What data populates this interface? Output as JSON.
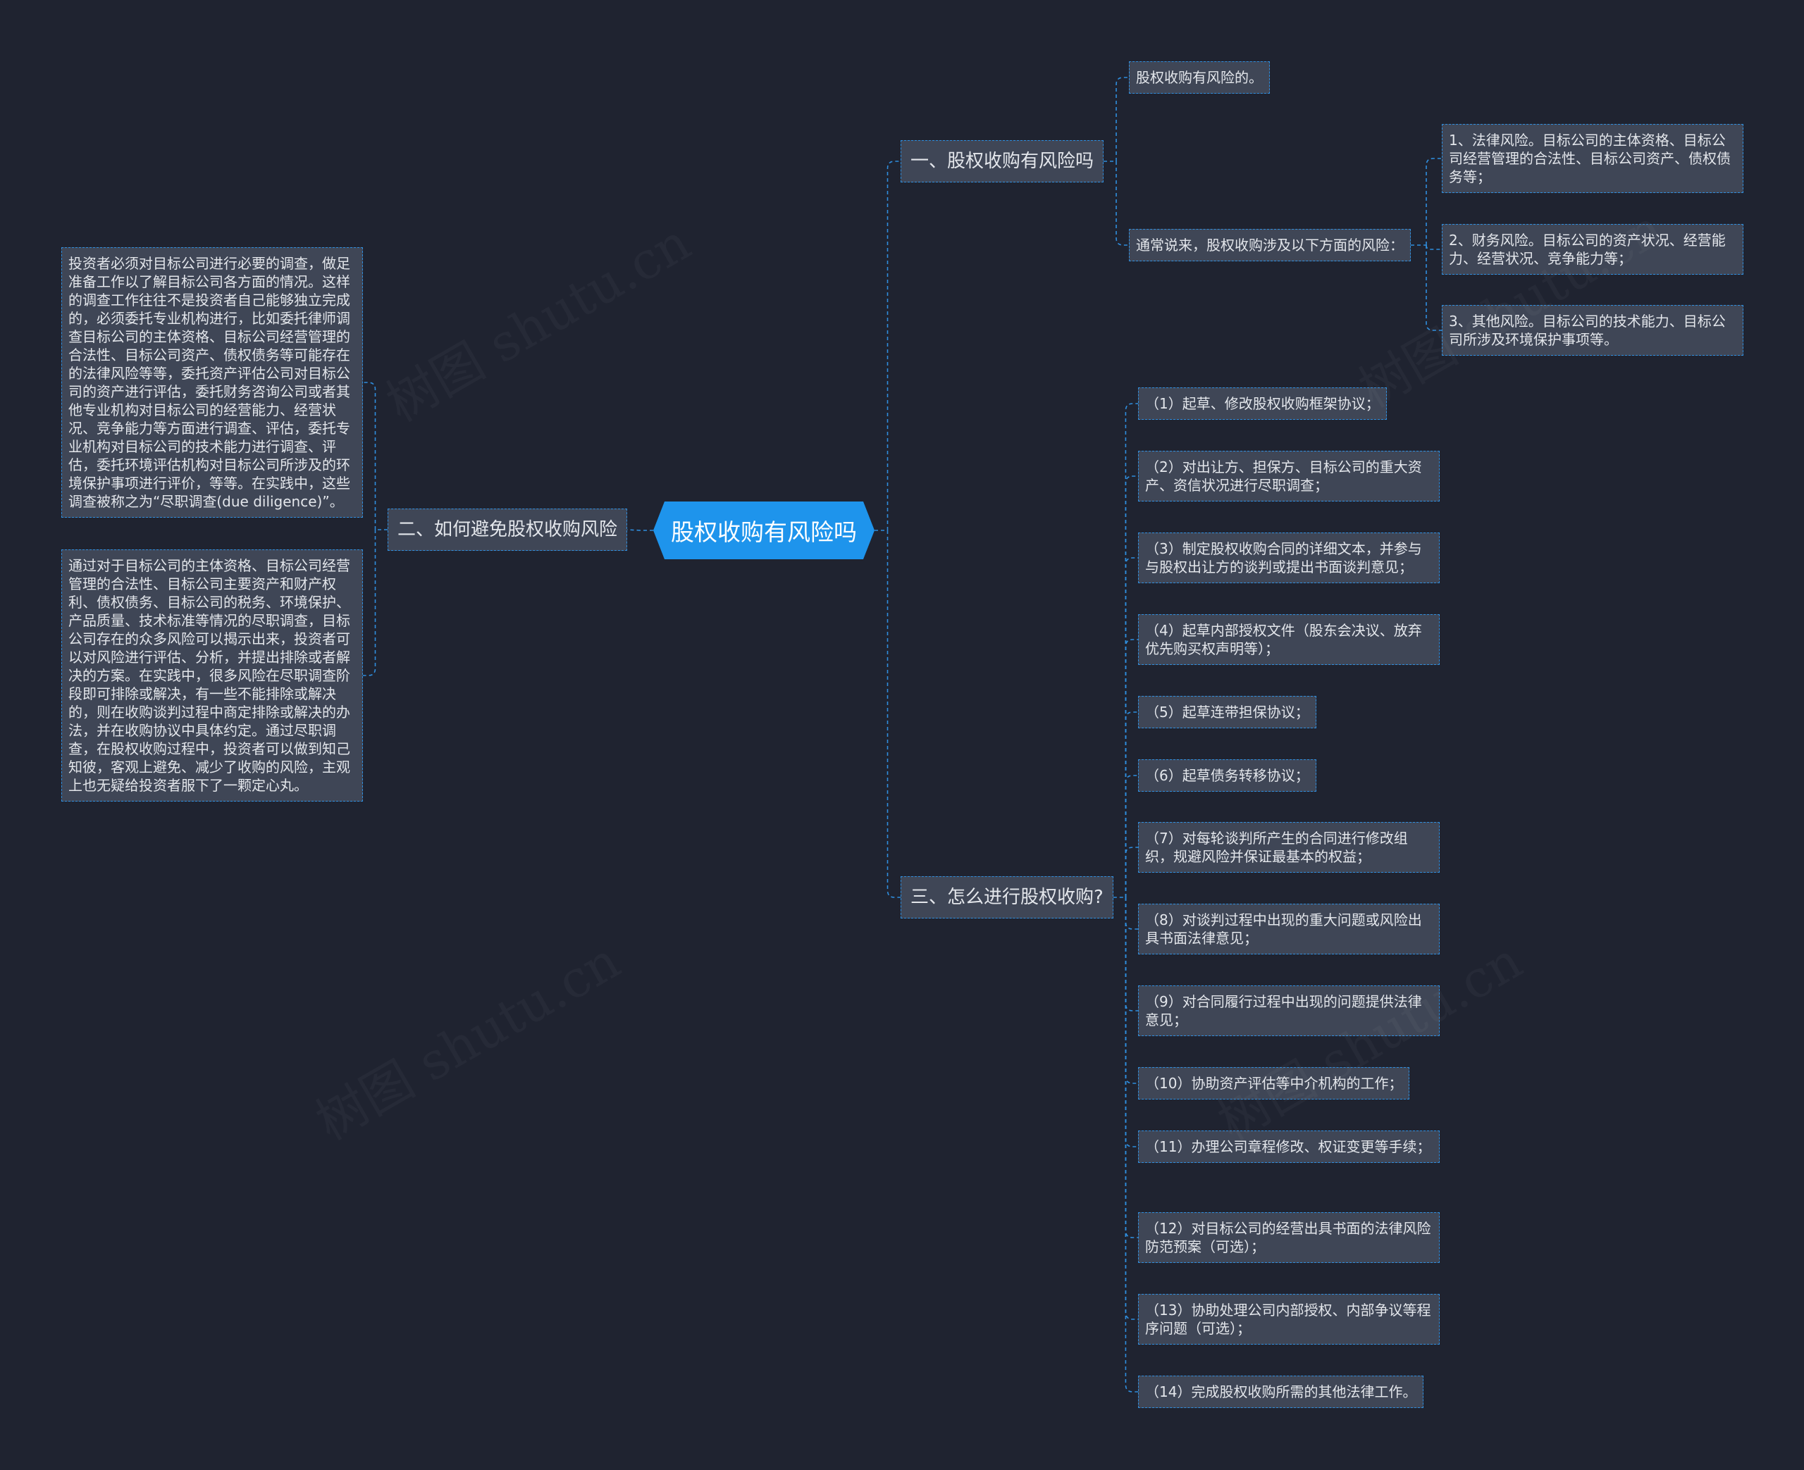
{
  "root": {
    "label": "股权收购有风险吗"
  },
  "branches": {
    "risk": {
      "label": "一、股权收购有风险吗",
      "answer": "股权收购有风险的。",
      "intro": "通常说来，股权收购涉及以下方面的风险：",
      "items": [
        "1、法律风险。目标公司的主体资格、目标公司经营管理的合法性、目标公司资产、债权债务等；",
        "2、财务风险。目标公司的资产状况、经营能力、经营状况、竞争能力等；",
        "3、其他风险。目标公司的技术能力、目标公司所涉及环境保护事项等。"
      ]
    },
    "avoid": {
      "label": "二、如何避免股权收购风险",
      "paragraphs": [
        "投资者必须对目标公司进行必要的调查，做足准备工作以了解目标公司各方面的情况。这样的调查工作往往不是投资者自己能够独立完成的，必须委托专业机构进行，比如委托律师调查目标公司的主体资格、目标公司经营管理的合法性、目标公司资产、债权债务等可能存在的法律风险等等，委托资产评估公司对目标公司的资产进行评估，委托财务咨询公司或者其他专业机构对目标公司的经营能力、经营状况、竞争能力等方面进行调查、评估，委托专业机构对目标公司的技术能力进行调查、评估，委托环境评估机构对目标公司所涉及的环境保护事项进行评价，等等。在实践中，这些调查被称之为“尽职调查(due diligence)”。",
        "通过对于目标公司的主体资格、目标公司经营管理的合法性、目标公司主要资产和财产权利、债权债务、目标公司的税务、环境保护、产品质量、技术标准等情况的尽职调查，目标公司存在的众多风险可以揭示出来，投资者可以对风险进行评估、分析，并提出排除或者解决的方案。在实践中，很多风险在尽职调查阶段即可排除或解决，有一些不能排除或解决的，则在收购谈判过程中商定排除或解决的办法，并在收购协议中具体约定。通过尽职调查，在股权收购过程中，投资者可以做到知己知彼，客观上避免、减少了收购的风险，主观上也无疑给投资者服下了一颗定心丸。"
      ]
    },
    "how": {
      "label": "三、怎么进行股权收购?",
      "steps": [
        "（1）起草、修改股权收购框架协议；",
        "（2）对出让方、担保方、目标公司的重大资产、资信状况进行尽职调查；",
        "（3）制定股权收购合同的详细文本，并参与与股权出让方的谈判或提出书面谈判意见；",
        "（4）起草内部授权文件（股东会决议、放弃优先购买权声明等）；",
        "（5）起草连带担保协议；",
        "（6）起草债务转移协议；",
        "（7）对每轮谈判所产生的合同进行修改组织，规避风险并保证最基本的权益；",
        "（8）对谈判过程中出现的重大问题或风险出具书面法律意见；",
        "（9）对合同履行过程中出现的问题提供法律意见；",
        "（10）协助资产评估等中介机构的工作；",
        "（11）办理公司章程修改、权证变更等手续；",
        "（12）对目标公司的经营出具书面的法律风险防范预案（可选）；",
        "（13）协助处理公司内部授权、内部争议等程序问题（可选）；",
        "（14）完成股权收购所需的其他法律工作。"
      ]
    }
  },
  "watermark": "树图 shutu.cn",
  "theme": {
    "background": "#1f2330",
    "node_fill": "#3f4656",
    "node_border": "#2f8ede",
    "root_fill": "#1e94ec",
    "text": "#e3e6eb",
    "line": "#2f8ede"
  }
}
